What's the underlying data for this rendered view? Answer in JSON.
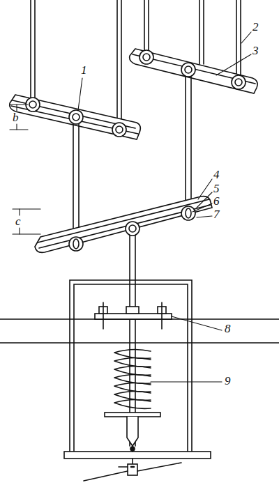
{
  "diagram": {
    "labels": [
      "2",
      "3",
      "1",
      "b",
      "4",
      "5",
      "c",
      "6",
      "7",
      "8",
      "9"
    ]
  }
}
